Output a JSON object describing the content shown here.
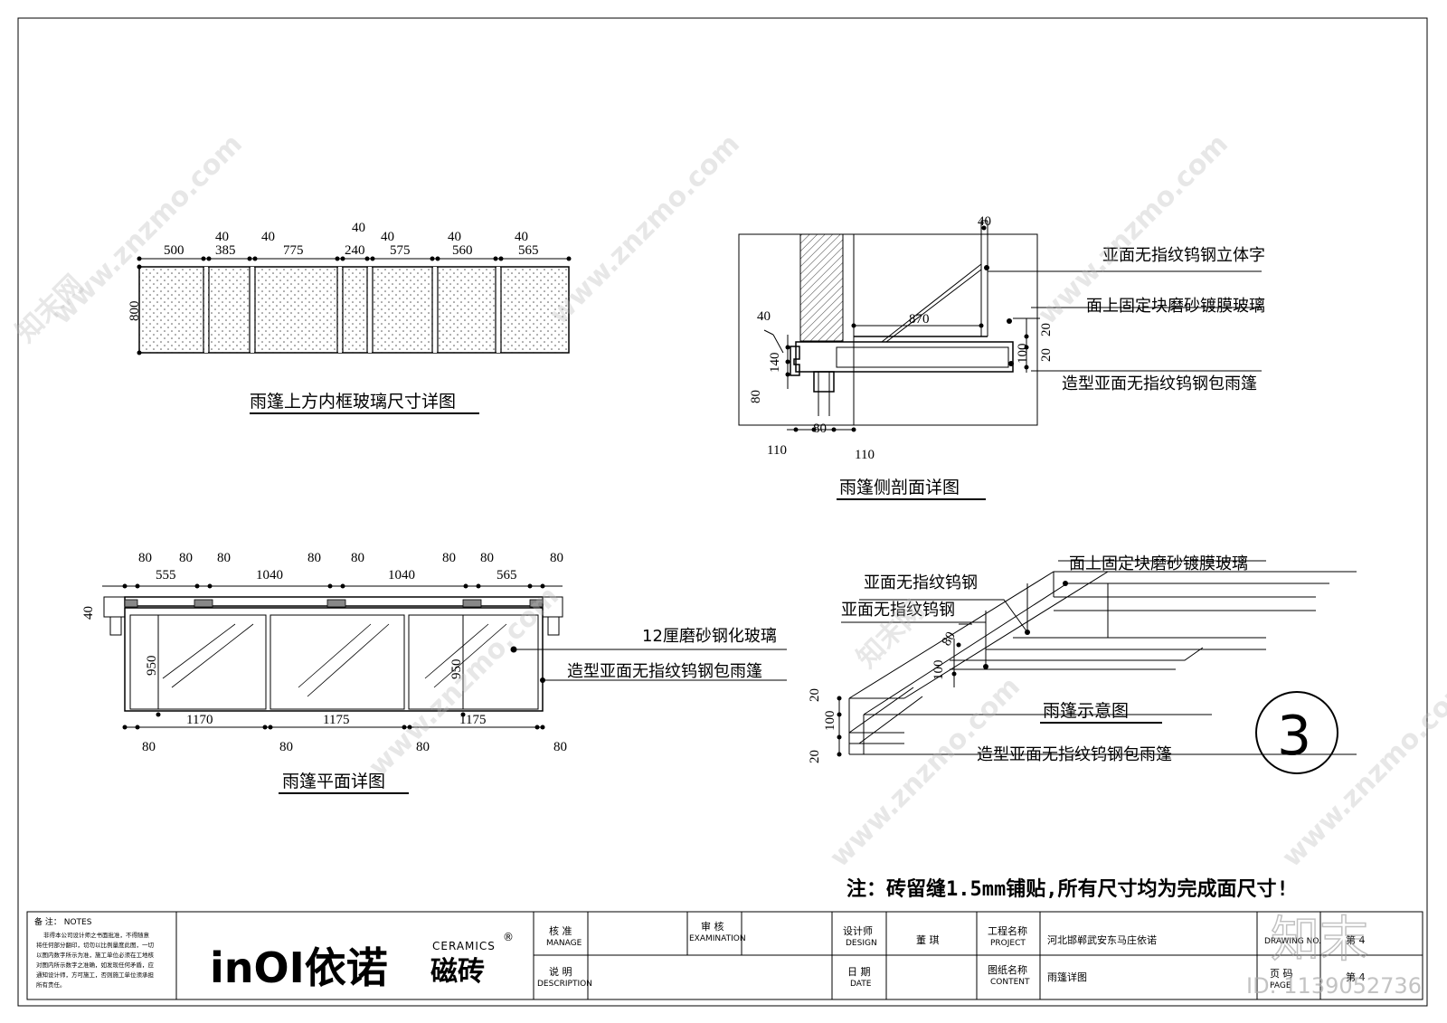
{
  "captions": {
    "glass_size": "雨篷上方内框玻璃尺寸详图",
    "side_section": "雨篷侧剖面详图",
    "plan": "雨篷平面详图",
    "schematic": "雨篷示意图"
  },
  "labels": {
    "letters": "亚面无指纹钨钢立体字",
    "top_glass": "面上固定块磨砂镀膜玻璃",
    "wrap": "造型亚面无指纹钨钢包雨篷",
    "glass12": "12厘磨砂钢化玻璃",
    "wrap2": "造型亚面无指纹钨钢包雨篷",
    "steel1": "亚面无指纹钨钢",
    "steel2": "亚面无指纹钨钢",
    "top_glass2": "面上固定块磨砂镀膜玻璃",
    "wrap3": "造型亚面无指纹钨钢包雨篷"
  },
  "dims": {
    "glass_top": [
      "500",
      "385",
      "775",
      "240",
      "575",
      "560",
      "565"
    ],
    "glass_gap": [
      "40",
      "40",
      "40",
      "40",
      "40",
      "40"
    ],
    "glass_h": "800",
    "side": {
      "d40top": "40",
      "d870": "870",
      "d20a": "20",
      "d100": "100",
      "d20b": "20",
      "d40left": "40",
      "d140": "140",
      "d80left": "80",
      "d80bot": "80",
      "d110a": "110",
      "d110b": "110"
    },
    "plan_top1": [
      "80",
      "80",
      "80",
      "80",
      "80",
      "80",
      "80",
      "80"
    ],
    "plan_top2": [
      "555",
      "1040",
      "1040",
      "565"
    ],
    "plan_h1": "950",
    "plan_h2": "950",
    "plan_left": "40",
    "plan_bot1": [
      "1170",
      "1175",
      "1175"
    ],
    "plan_bot2": [
      "80",
      "80",
      "80",
      "80"
    ],
    "schem": {
      "d80": "80",
      "d100": "100",
      "d20a": "20",
      "d100b": "100",
      "d20b": "20"
    }
  },
  "sheet_no": "3",
  "note": "注：砖留缝1.5mm铺贴,所有尺寸均为完成面尺寸!",
  "title_block": {
    "notes_title": "备 注： NOTES",
    "notes_text": [
      "非得本公司设计师之书面批准，不得随意",
      "将任何部分翻印，切勿以比例量度此图，一切",
      "以图内数字所示为准，施工单位必须在工地核",
      "对图内所示数字之准确，如发现任何矛盾，应",
      "通知设计师，方可施工，否则施工单位须承担",
      "所有责任。"
    ],
    "logo": "inOI依诺",
    "logo_sub1": "CERAMICS",
    "logo_sub2": "磁砖",
    "logo_r": "®",
    "approve_cn": "核 准",
    "approve_en": "MANAGE",
    "exam_cn": "审 核",
    "exam_en": "EXAMINATION",
    "desc_cn": "说 明",
    "desc_en": "DESCRIPTION",
    "designer_cn": "设计师",
    "designer_en": "DESIGN",
    "designer": "董 琪",
    "date_cn": "日 期",
    "date_en": "DATE",
    "project_cn": "工程名称",
    "project_en": "PROJECT",
    "project": "河北邯郸武安东马庄依诺",
    "content_cn": "图纸名称",
    "content_en": "CONTENT",
    "content": "雨篷详图",
    "drawno_en": "DRAWING NO.",
    "drawno": "第 4",
    "page_cn": "页 码",
    "page_en": "PAGE",
    "page": "第 4"
  },
  "watermark": {
    "text": "www.znzmo.com",
    "brand": "知末网",
    "logo": "知末",
    "id": "ID: 1139052736"
  }
}
